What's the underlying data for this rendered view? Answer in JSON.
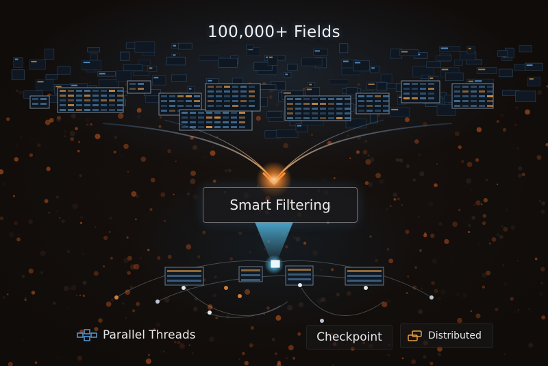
{
  "headline": "100,000+ Fields",
  "filter_label": "Smart Filtering",
  "features": {
    "parallel": "Parallel Threads",
    "checkpoint": "Checkpoint",
    "distributed": "Distributed"
  },
  "icons": {
    "parallel": "parallel-threads-icon",
    "distributed": "distributed-icon"
  },
  "colors": {
    "accent_orange": "#ff8a2a",
    "accent_cyan": "#4fc3f7",
    "background": "#0b0908",
    "text": "#f2f2f2"
  }
}
